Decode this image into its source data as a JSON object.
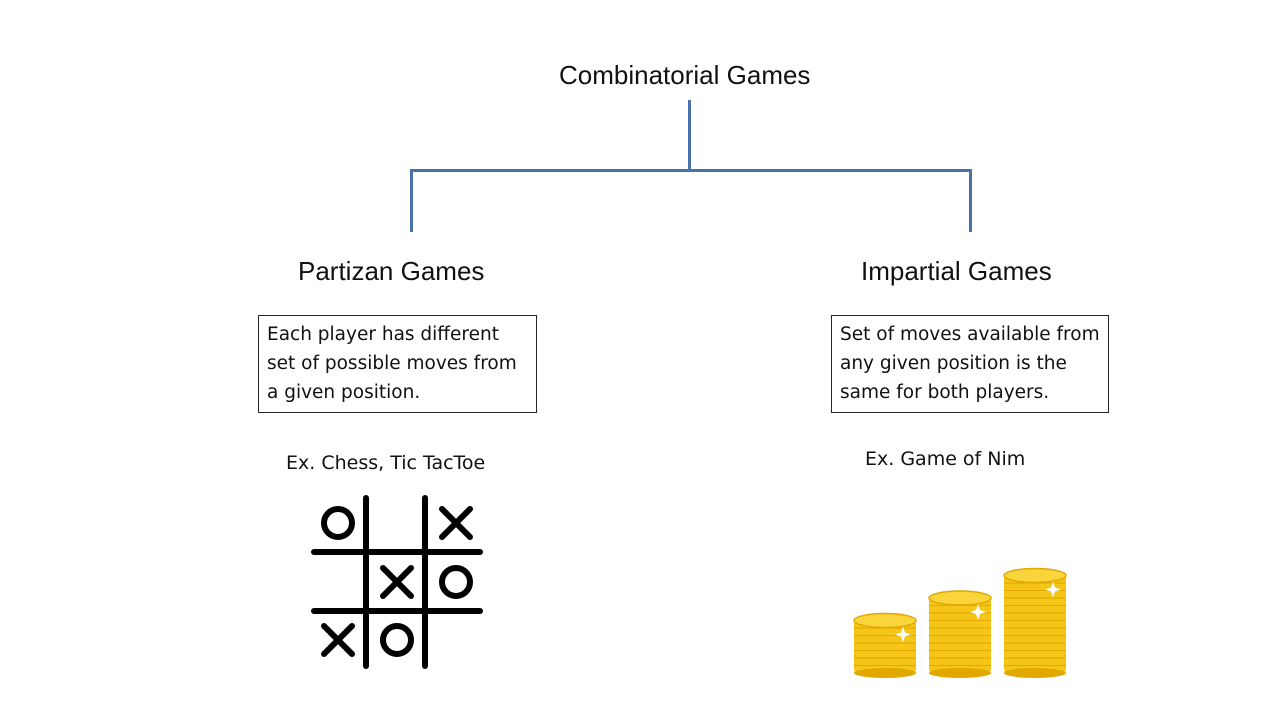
{
  "root": {
    "label": "Combinatorial Games"
  },
  "branches": [
    {
      "label": "Partizan Games",
      "description": "Each player has different set of possible moves from a given position.",
      "example": "Ex. Chess, Tic TacToe"
    },
    {
      "label": "Impartial Games",
      "description": "Set of moves available from any given position is the same for both players.",
      "example": "Ex. Game of Nim"
    }
  ],
  "tictactoe_board": [
    [
      "O",
      "",
      "X"
    ],
    [
      "",
      "X",
      "O"
    ],
    [
      "X",
      "O",
      ""
    ]
  ],
  "coin_stacks": [
    7,
    10,
    13
  ],
  "colors": {
    "connector": "#4a72a8",
    "coin": "#f5c518",
    "coin_dark": "#e0a800"
  }
}
